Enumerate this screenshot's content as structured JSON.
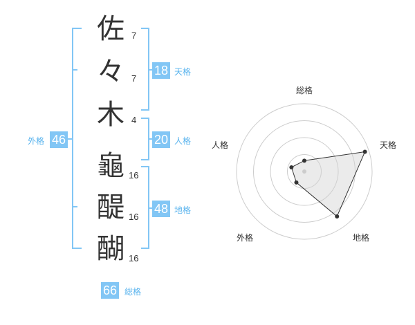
{
  "name": {
    "chars": [
      {
        "char": "佐",
        "strokes": "7"
      },
      {
        "char": "々",
        "strokes": "7"
      },
      {
        "char": "木",
        "strokes": "4"
      },
      {
        "char": "龜",
        "strokes": "16"
      },
      {
        "char": "醍",
        "strokes": "16"
      },
      {
        "char": "醐",
        "strokes": "16"
      }
    ]
  },
  "kaku": {
    "tenkaku": {
      "value": "18",
      "label": "天格"
    },
    "jinkaku": {
      "value": "20",
      "label": "人格"
    },
    "chikaku": {
      "value": "48",
      "label": "地格"
    },
    "gaikaku": {
      "value": "46",
      "label": "外格"
    },
    "soukaku": {
      "value": "66",
      "label": "総格"
    }
  },
  "colors": {
    "accent": "#82C6F5",
    "label_blue": "#5AB4EE"
  },
  "chart_data": {
    "type": "radar",
    "axes": [
      "総格",
      "天格",
      "地格",
      "外格",
      "人格"
    ],
    "rings": 4,
    "values": [
      0.16,
      0.94,
      0.82,
      0.2,
      0.2
    ],
    "range": [
      0,
      1
    ]
  }
}
